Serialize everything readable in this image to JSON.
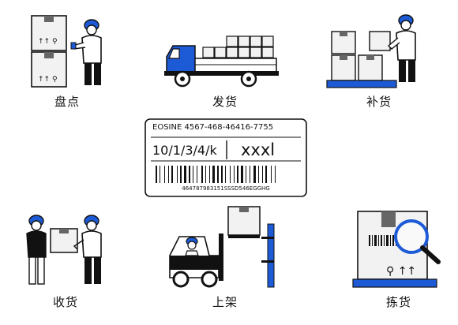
{
  "colors": {
    "accent": "#1d5bd6",
    "ink": "#111111",
    "box": "#f2f2f2"
  },
  "scenes": [
    {
      "label": "盘点"
    },
    {
      "label": "发货"
    },
    {
      "label": "补货"
    },
    {
      "label": "收货"
    },
    {
      "label": "上架"
    },
    {
      "label": "拣货"
    }
  ],
  "tag": {
    "header": "EOSINE  4567-468-46416-7755",
    "code": "10/1/3/4/k",
    "size": "xxxl",
    "barcode_number": "464787983151SSSD546EGGHG"
  }
}
